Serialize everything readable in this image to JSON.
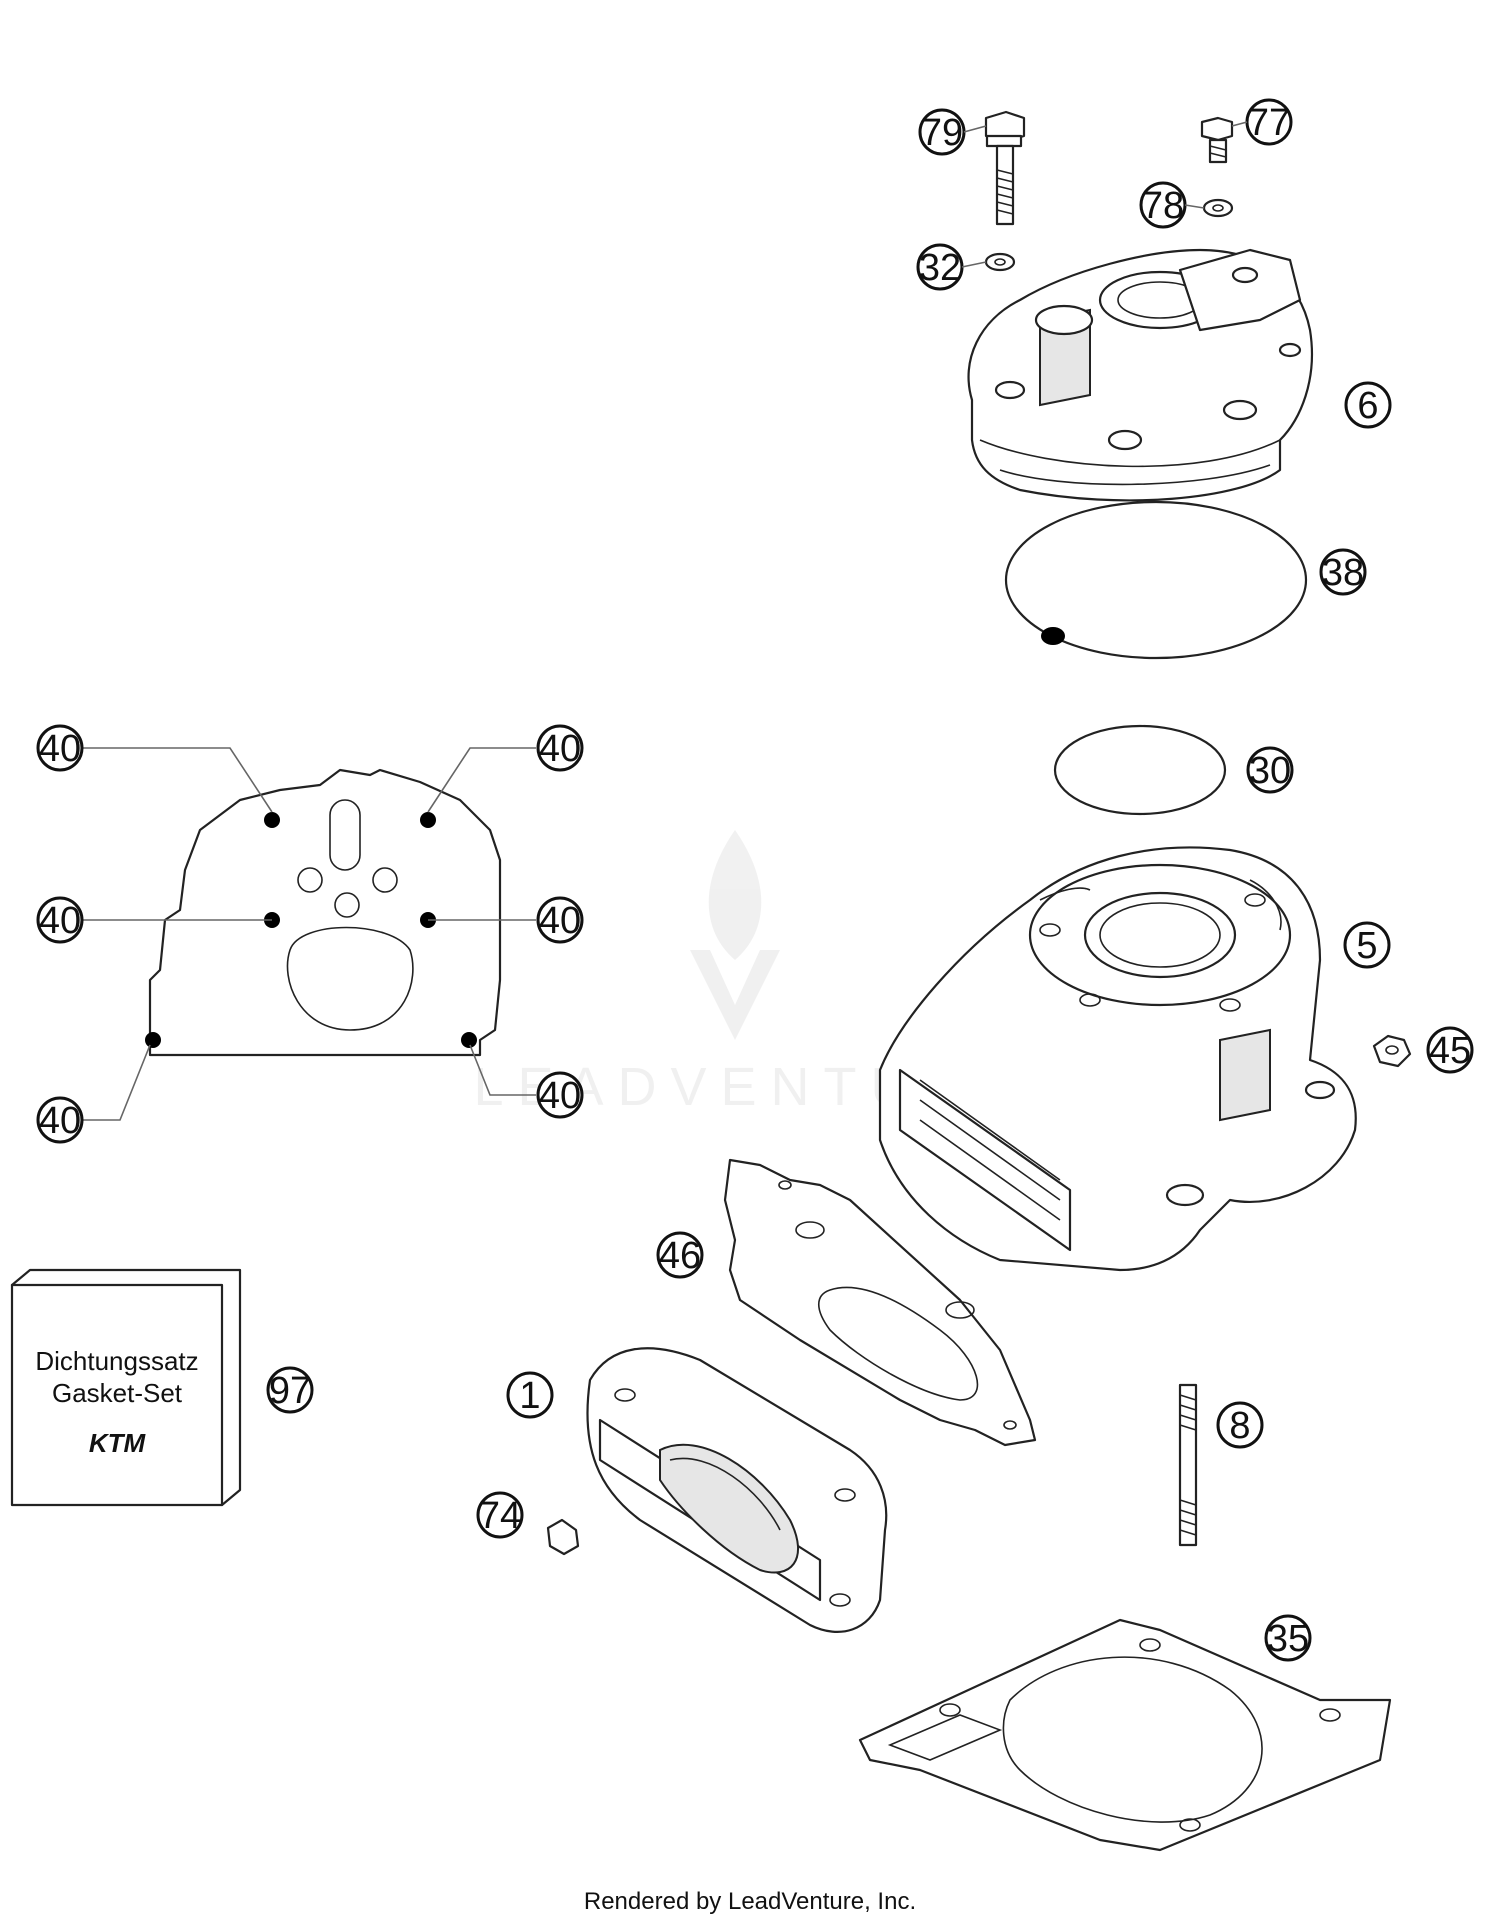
{
  "diagram": {
    "callouts": [
      {
        "id": "c79",
        "label": "79"
      },
      {
        "id": "c77",
        "label": "77"
      },
      {
        "id": "c78",
        "label": "78"
      },
      {
        "id": "c32",
        "label": "32"
      },
      {
        "id": "c6",
        "label": "6"
      },
      {
        "id": "c38",
        "label": "38"
      },
      {
        "id": "c30",
        "label": "30"
      },
      {
        "id": "c5",
        "label": "5"
      },
      {
        "id": "c45",
        "label": "45"
      },
      {
        "id": "c46",
        "label": "46"
      },
      {
        "id": "c1",
        "label": "1"
      },
      {
        "id": "c8",
        "label": "8"
      },
      {
        "id": "c74",
        "label": "74"
      },
      {
        "id": "c35",
        "label": "35"
      },
      {
        "id": "c97",
        "label": "97"
      },
      {
        "id": "c40a",
        "label": "40"
      },
      {
        "id": "c40b",
        "label": "40"
      },
      {
        "id": "c40c",
        "label": "40"
      },
      {
        "id": "c40d",
        "label": "40"
      },
      {
        "id": "c40e",
        "label": "40"
      },
      {
        "id": "c40f",
        "label": "40"
      }
    ],
    "gasket_box": {
      "line1": "Dichtungssatz",
      "line2": "Gasket-Set",
      "logo": "KTM"
    },
    "watermark": "LEADVENTURE"
  },
  "footer": "Rendered by LeadVenture, Inc."
}
